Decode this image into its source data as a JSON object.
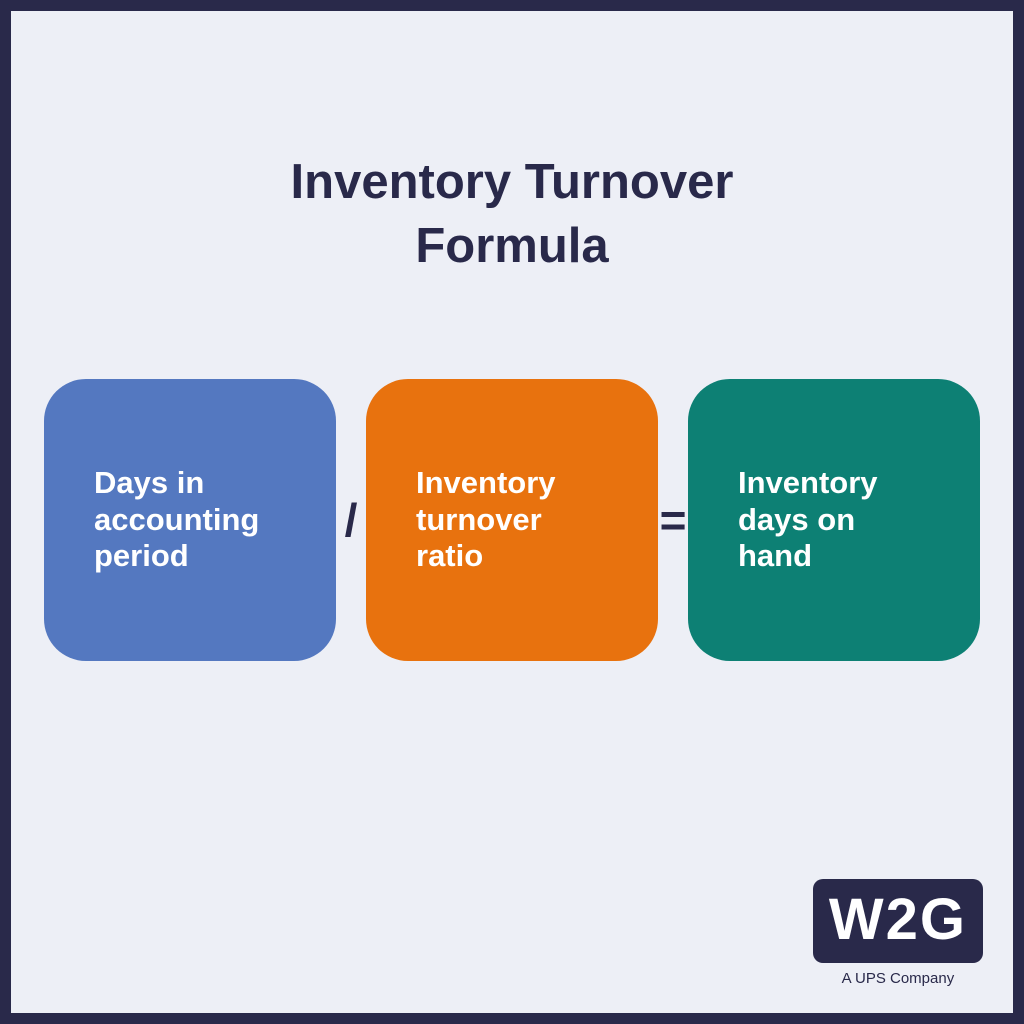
{
  "title": "Inventory Turnover Formula",
  "formula": {
    "boxes": [
      {
        "label": "Days in accounting period",
        "color": "#5478c0"
      },
      {
        "label": "Inventory turnover ratio",
        "color": "#e8720e"
      },
      {
        "label": "Inventory days on hand",
        "color": "#0d8074"
      }
    ],
    "operators": [
      {
        "symbol": "/"
      },
      {
        "symbol": "="
      }
    ]
  },
  "logo": {
    "text": "W2G",
    "tagline": "A UPS Company"
  },
  "colors": {
    "background": "#edeff6",
    "border": "#29294a",
    "title_text": "#29294a",
    "box_text": "#ffffff",
    "box_blue": "#5478c0",
    "box_orange": "#e8720e",
    "box_teal": "#0d8074"
  }
}
